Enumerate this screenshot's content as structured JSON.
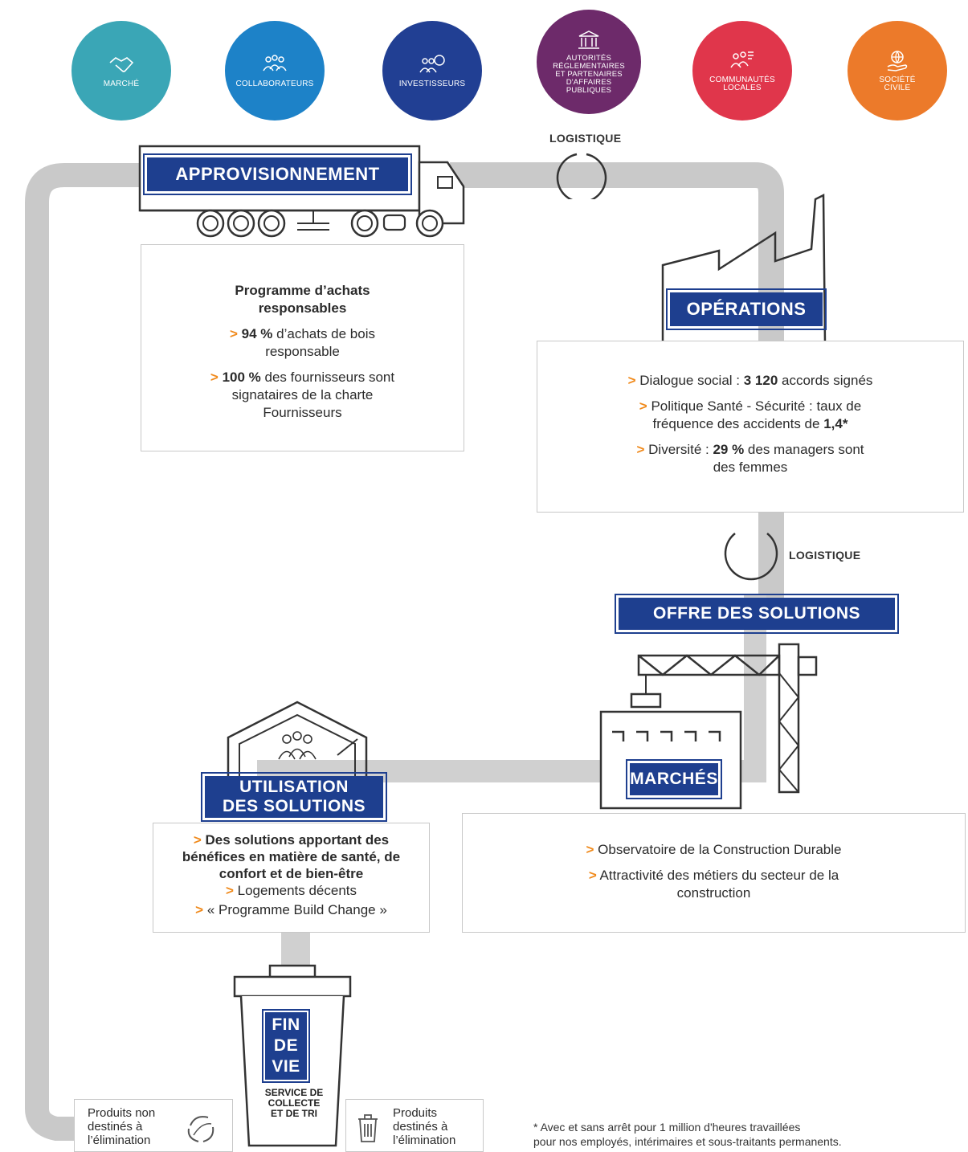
{
  "stakeholders": [
    {
      "label": "MARCHÉ",
      "color": "#3aa6b6",
      "icon": "handshake-icon"
    },
    {
      "label": "COLLABORATEURS",
      "color": "#1d82c8",
      "icon": "people-group-icon"
    },
    {
      "label": "INVESTISSEURS",
      "color": "#213f93",
      "icon": "investors-icon"
    },
    {
      "label": "AUTORITÉS\nRÉGLEMENTAIRES\nET PARTENAIRES\nD'AFFAIRES\nPUBLIQUES",
      "color": "#6d2a6a",
      "icon": "government-building-icon"
    },
    {
      "label": "COMMUNAUTÉS\nLOCALES",
      "color": "#e0364b",
      "icon": "community-icon"
    },
    {
      "label": "SOCIÉTÉ\nCIVILE",
      "color": "#ec7a2a",
      "icon": "globe-hand-icon"
    }
  ],
  "logistics_label_top": "LOGISTIQUE",
  "logistics_label_right": "LOGISTIQUE",
  "approvisionnement": {
    "title": "APPROVISIONNEMENT",
    "heading": "Programme d’achats responsables",
    "item1_value": "94 %",
    "item1_text": " d’achats de bois responsable",
    "item2_value": "100 %",
    "item2_text": " des fournisseurs sont signataires de la charte Fournisseurs"
  },
  "operations": {
    "title": "OPÉRATIONS",
    "item1_pre": "Dialogue social : ",
    "item1_value": "3 120",
    "item1_post": " accords signés",
    "item2_pre": "Politique Santé - Sécurité : taux de fréquence des accidents de ",
    "item2_value": "1,4*",
    "item3_pre": "Diversité : ",
    "item3_value": "29 %",
    "item3_post": " des managers sont des femmes"
  },
  "offre": {
    "title": "OFFRE DES SOLUTIONS"
  },
  "marches": {
    "title": "MARCHÉS",
    "item1": "Observatoire de la Construction Durable",
    "item2": "Attractivité des métiers du secteur de la construction"
  },
  "utilisation": {
    "title_line1": "UTILISATION",
    "title_line2": "DES SOLUTIONS",
    "item1": "Des solutions apportant des bénéfices en matière de santé, de confort et de bien-être",
    "item2": "Logements décents",
    "item3": "« Programme Build Change »"
  },
  "fin_de_vie": {
    "line1": "FIN",
    "line2": "DE",
    "line3": "VIE",
    "service_line1": "SERVICE DE",
    "service_line2": "COLLECTE",
    "service_line3": "ET DE TRI"
  },
  "produits_non": "Produits non destinés à l’élimination",
  "produits_elim": "Produits destinés à l’élimination",
  "arrow": ">",
  "footnote_line1": "* Avec et sans arrêt pour 1 million d'heures travaillées",
  "footnote_line2": "pour nos employés, intérimaires et sous-traitants permanents."
}
